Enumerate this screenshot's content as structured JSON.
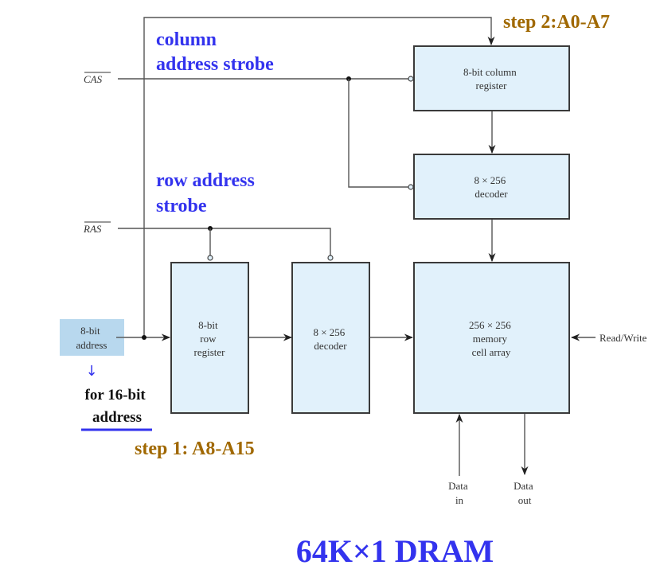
{
  "diagram": {
    "title": "64K×1 DRAM",
    "colors": {
      "block_fill": "#e1f1fb",
      "address_box_fill": "#b8d8ee",
      "annotation_blue": "#3333ee",
      "annotation_gold": "#a06800",
      "wire": "#555555"
    },
    "signals": {
      "cas": "CAS",
      "ras": "RAS",
      "read_write": "Read/Write",
      "data_in": [
        "Data",
        "in"
      ],
      "data_out": [
        "Data",
        "out"
      ]
    },
    "address_input": [
      "8-bit",
      "address"
    ],
    "blocks": {
      "column_register": [
        "8-bit column",
        "register"
      ],
      "column_decoder": [
        "8 × 256",
        "decoder"
      ],
      "row_register": [
        "8-bit",
        "row",
        "register"
      ],
      "row_decoder": [
        "8 × 256",
        "decoder"
      ],
      "memory_array": [
        "256 × 256",
        "memory",
        "cell array"
      ]
    },
    "annotations": {
      "column_strobe": [
        "column",
        "address strobe"
      ],
      "row_strobe": [
        "row address",
        "strobe"
      ],
      "step2": "step 2:A0-A7",
      "step1": "step 1: A8-A15",
      "for_16bit": [
        "for 16-bit",
        "address"
      ],
      "down_arrow": "↓"
    }
  }
}
